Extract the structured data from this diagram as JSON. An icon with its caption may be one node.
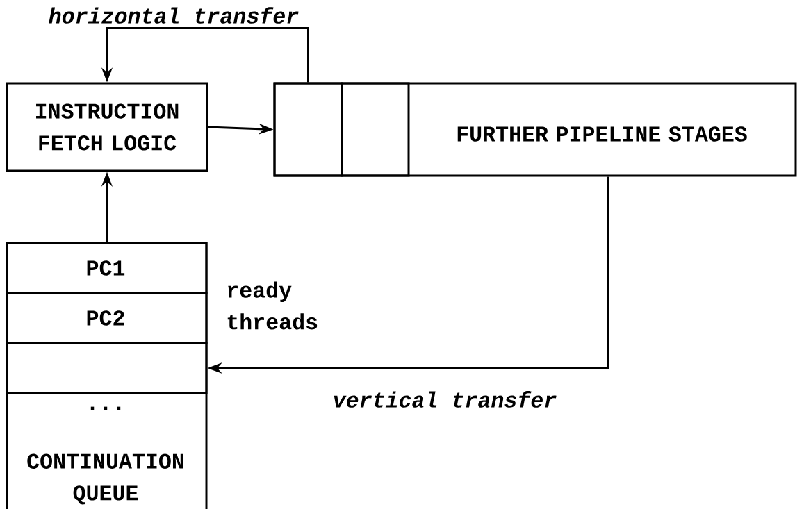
{
  "diagram": {
    "nodes": [
      {
        "text": [
          "INSTRUCTION FETCH LOGIC"
        ]
      },
      {
        "text": [
          "FURTHER PIPELINE STAGES"
        ]
      },
      {
        "text": [],
        "shape": "box",
        "in": 1
      },
      {
        "text": [],
        "shape": "box",
        "in": 1
      },
      {
        "text": [
          "CONTINUATION QUEUE"
        ]
      },
      {
        "text": [
          "PC1"
        ],
        "in": 4
      },
      {
        "text": [
          "PC2"
        ],
        "in": 4
      },
      {
        "text": [],
        "shape": "box",
        "in": 4
      }
    ],
    "edges": [
      {
        "from": 0,
        "to": 2,
        "arrow": "to"
      },
      {
        "from": 2,
        "to": 0,
        "arrow": "to",
        "label": "horizontal transfer"
      },
      {
        "from": 4,
        "to": 0,
        "arrow": "to"
      },
      {
        "from": 1,
        "to": 7,
        "arrow": "to",
        "label": "vertical transfer"
      }
    ],
    "labels": [
      "ready threads",
      "..."
    ]
  }
}
